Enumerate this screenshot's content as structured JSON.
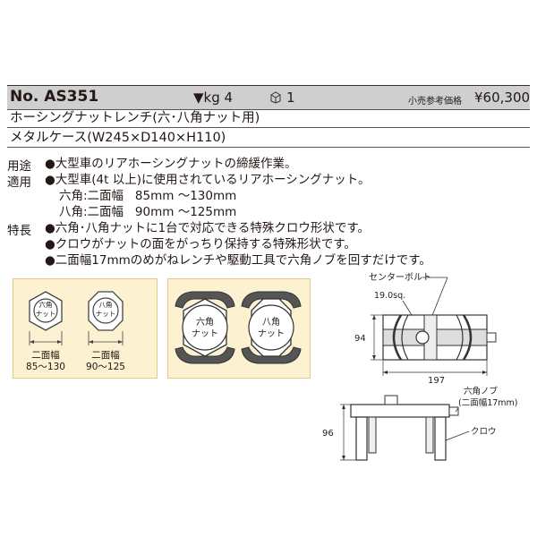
{
  "header": {
    "model_no": "No. AS351",
    "weight": "▼kg 4",
    "quantity": "1",
    "price_label": "小売参考価格",
    "price": "¥60,300"
  },
  "product_name": "ホーシングナットレンチ(六･八角ナット用)",
  "case": "メタルケース(W245×D140×H110)",
  "usage": {
    "label": "用途",
    "text": "●大型車のリアホーシングナットの締緩作業。"
  },
  "application": {
    "label": "適用",
    "text": "●大型車(4t 以上)に使用されているリアホーシングナット。",
    "hex": "六角:二面幅   85mm ～130mm",
    "oct": "八角:二面幅   90mm ～125mm"
  },
  "features": {
    "label": "特長",
    "items": [
      "●六角･八角ナットに1台で対応できる特殊クロウ形状です。",
      "●クロウがナットの面をがっちり保持する特殊形状です。",
      "●二面幅17mmのめがねレンチや駆動工具で六角ノブを回すだけです。"
    ]
  },
  "figure_left": {
    "hex_label": "六角\nナット",
    "oct_label": "八角\nナット",
    "hex_caption_1": "二面幅",
    "hex_caption_2": "85～130",
    "oct_caption_1": "二面幅",
    "oct_caption_2": "90～125"
  },
  "figure_mid": {
    "hex_label_1": "六角",
    "hex_label_2": "ナット",
    "oct_label_1": "八角",
    "oct_label_2": "ナット"
  },
  "drawing": {
    "center_bolt": "センターボルト",
    "sq": "19.0sq.",
    "dim_94": "94",
    "dim_197": "197",
    "knob_1": "六角ノブ",
    "knob_2": "(二面幅17mm)",
    "dim_96": "96",
    "claw": "クロウ"
  },
  "colors": {
    "header_bg": "#cfcfcf",
    "panel_fill": "#fcf1d0",
    "panel_border": "#e2c98a"
  }
}
